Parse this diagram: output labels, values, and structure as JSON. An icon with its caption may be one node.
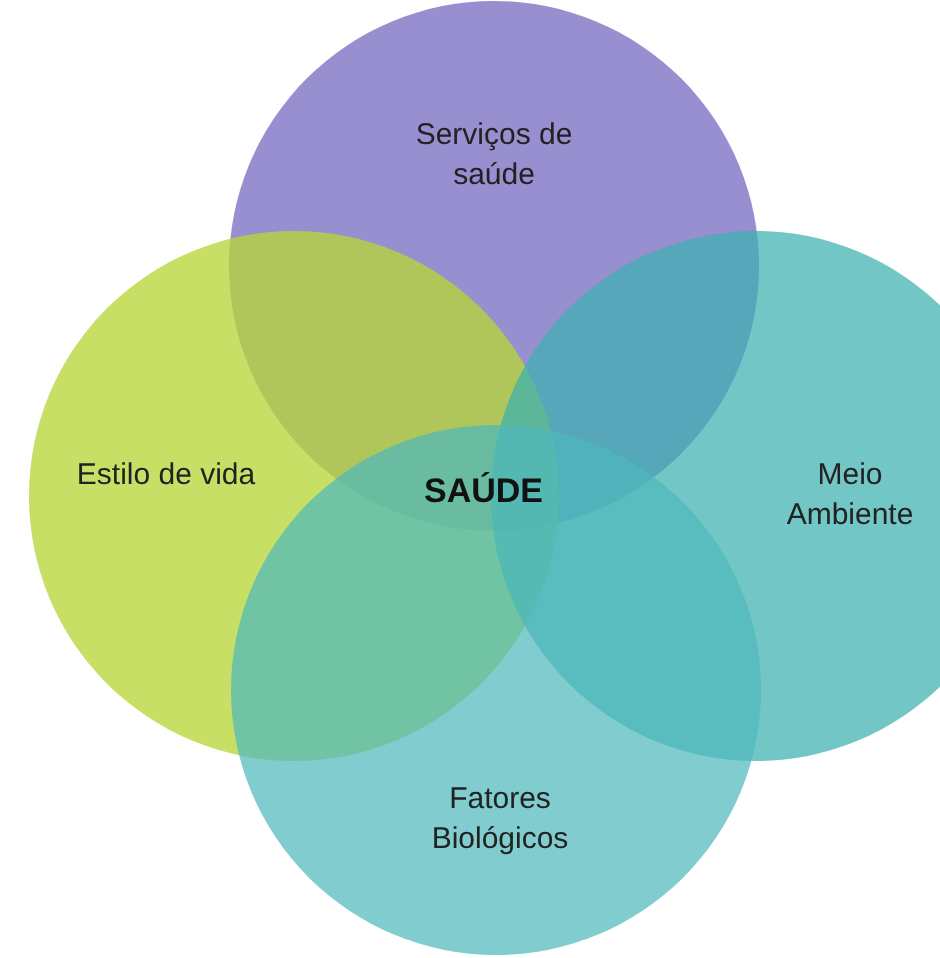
{
  "diagram": {
    "nodes": [
      {
        "text": [
          "Serviços de saúde"
        ]
      },
      {
        "text": [
          "Estilo de vida"
        ]
      },
      {
        "text": [
          "Meio Ambiente"
        ]
      },
      {
        "text": [
          "Fatores Biológicos"
        ]
      }
    ],
    "labels": [
      "SAÚDE"
    ]
  }
}
